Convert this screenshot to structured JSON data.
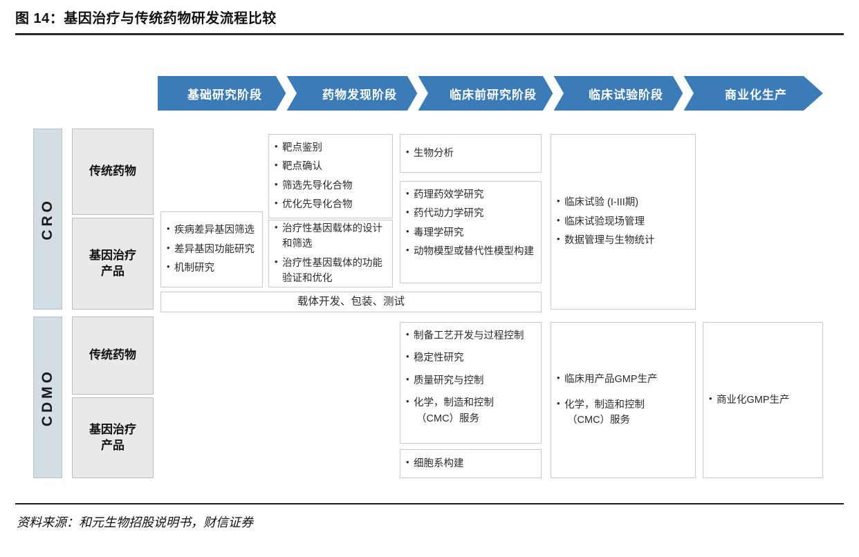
{
  "figure": {
    "title": "图 14：基因治疗与传统药物研发流程比较",
    "source": "资料来源：和元生物招股说明书，财信证券"
  },
  "colors": {
    "stage_blue": "#3b7cb8",
    "group_band": "#d3dde3",
    "row_label": "#e9e9e9",
    "cell_border": "#c9c9c9"
  },
  "stages": [
    {
      "label": "基础研究阶段"
    },
    {
      "label": "药物发现阶段"
    },
    {
      "label": "临床前研究阶段"
    },
    {
      "label": "临床试验阶段"
    },
    {
      "label": "商业化生产"
    }
  ],
  "groups": [
    {
      "label": "CRO"
    },
    {
      "label": "CDMO"
    }
  ],
  "row_labels": {
    "cro_traditional": "传统药物",
    "cro_gene": "基因治疗\n产品",
    "cdmo_traditional": "传统药物",
    "cdmo_gene": "基因治疗\n产品"
  },
  "cells": {
    "cro_traditional_discovery": [
      "靶点鉴别",
      "靶点确认",
      "筛选先导化合物",
      "优化先导化合物"
    ],
    "cro_traditional_preclinical_bio": [
      "生物分析"
    ],
    "cro_preclinical_studies": [
      "药理药效学研究",
      "药代动力学研究",
      "毒理学研究",
      "动物模型或替代性模型构建"
    ],
    "cro_clinical": [
      "临床试验 (I-III期)",
      "临床试验现场管理",
      "数据管理与生物统计"
    ],
    "cro_gene_basic": [
      "疾病差异基因筛选",
      "差异基因功能研究",
      "机制研究"
    ],
    "cro_gene_discovery": [
      "治疗性基因载体的设计和筛选",
      "治疗性基因载体的功能验证和优化"
    ],
    "cro_vector_bar": "载体开发、包装、测试",
    "cdmo_preclinical": [
      "制备工艺开发与过程控制",
      "稳定性研究",
      "质量研究与控制",
      "化学，制造和控制（CMC）服务"
    ],
    "cdmo_cellline": [
      "细胞系构建"
    ],
    "cdmo_clinical": [
      "临床用产品GMP生产",
      "化学，制造和控制（CMC）服务"
    ],
    "cdmo_commercial": [
      "商业化GMP生产"
    ]
  }
}
